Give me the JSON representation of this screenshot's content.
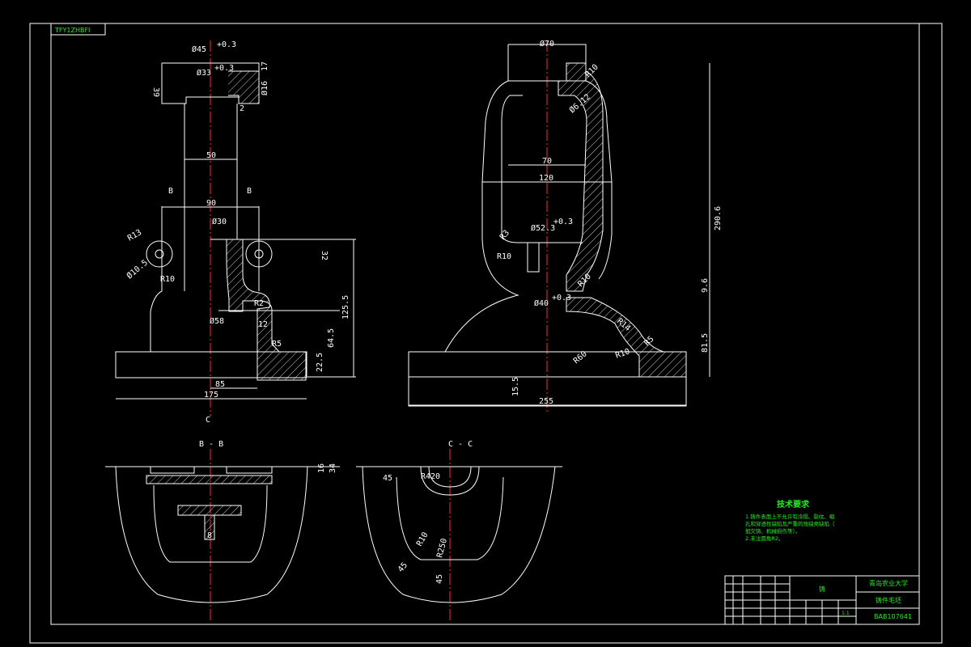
{
  "drawing": {
    "corner_tag": "TFY1ZHBFI",
    "section_labels": {
      "b_left": "B",
      "b_right": "B",
      "c": "C",
      "bb": "B - B",
      "cc": "C - C"
    },
    "front_dims": {
      "d_top": "Ø45",
      "d_top_tol": "+0.3",
      "d_inner": "Ø33",
      "d_inner_tol": "+0.3",
      "h39": "39",
      "d16": "Ø16",
      "h17": "17",
      "w2": "2",
      "w50": "50",
      "w90": "90",
      "d30": "Ø30",
      "r13": "R13",
      "d10": "Ø10.5",
      "r10": "R10",
      "h32": "32",
      "h125": "125.5",
      "d58": "Ø58",
      "w12": "12",
      "r2": "R2",
      "r5": "R5",
      "h64": "64.5",
      "h22": "22.5",
      "w85": "85",
      "w175": "175"
    },
    "side_dims": {
      "d70": "Ø70",
      "r10a": "R10",
      "d6": "Ø6.12",
      "w70": "70",
      "w120": "120",
      "h290": "290.6",
      "r3": "R3",
      "r10b": "R10",
      "d52": "Ø52.3",
      "d52_tol": "+0.3",
      "r10c": "R10",
      "h9": "9.6",
      "d40": "Ø40",
      "d40_tol": "+0.3",
      "r14": "R14",
      "r60": "R60",
      "r10d": "R10",
      "r5b": "R5",
      "h81": "81.5",
      "h15": "15.5",
      "w255": "255"
    },
    "bb_dims": {
      "h16": "16",
      "h34": "34",
      "w8": "8"
    },
    "cc_dims": {
      "w45": "45",
      "r420": "R420",
      "r10": "R10",
      "r250": "R250",
      "a45a": "45",
      "a45b": "45"
    }
  },
  "tech_req": {
    "title": "技术要求",
    "lines": [
      "1.铸件表面上不允许有冷隔、裂纹、缩",
      "孔和穿透性缺陷及严重的残缺类缺陷（",
      "如欠铸、机械损伤等）。",
      "2.未注圆角R2。"
    ]
  },
  "title_block": {
    "school": "青岛农业大学",
    "part_name": "铸件毛坯",
    "drawing_no": "BAB107641",
    "material": "铸",
    "scale": "1:1"
  }
}
